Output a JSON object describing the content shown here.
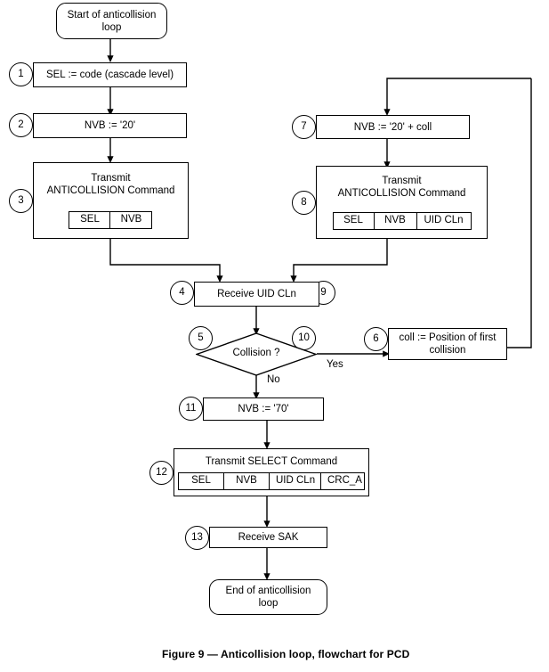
{
  "figure": {
    "caption": "Figure 9 — Anticollision loop, flowchart for PCD",
    "type": "flowchart",
    "line_color": "#000000",
    "background": "#ffffff"
  },
  "nodes": {
    "start": {
      "marker": "",
      "text": "Start of anticollision\nloop",
      "shape": "terminal"
    },
    "n1": {
      "marker": "1",
      "text": "SEL := code (cascade level)",
      "shape": "process"
    },
    "n2": {
      "marker": "2",
      "text": "NVB := '20'",
      "shape": "process"
    },
    "n3": {
      "marker": "3",
      "text": "Transmit\nANTICOLLISION Command",
      "shape": "process",
      "fields": [
        "SEL",
        "NVB"
      ]
    },
    "n7": {
      "marker": "7",
      "text": "NVB := '20' + coll",
      "shape": "process"
    },
    "n8": {
      "marker": "8",
      "text": "Transmit\nANTICOLLISION Command",
      "shape": "process",
      "fields": [
        "SEL",
        "NVB",
        "UID CLn"
      ]
    },
    "n4": {
      "marker": "4",
      "marker_right": "9",
      "text": "Receive UID CLn",
      "shape": "process"
    },
    "n5": {
      "marker": "5",
      "marker_right": "10",
      "text": "Collision ?",
      "shape": "decision"
    },
    "n6": {
      "marker": "6",
      "text": "coll := Position of first\ncollision",
      "shape": "process"
    },
    "n11": {
      "marker": "11",
      "text": "NVB := '70'",
      "shape": "process"
    },
    "n12": {
      "marker": "12",
      "text": "Transmit SELECT Command",
      "shape": "process",
      "fields": [
        "SEL",
        "NVB",
        "UID CLn",
        "CRC_A"
      ]
    },
    "n13": {
      "marker": "13",
      "text": "Receive SAK",
      "shape": "process"
    },
    "end": {
      "marker": "",
      "text": "End of anticollision\nloop",
      "shape": "terminal"
    }
  },
  "edge_labels": {
    "yes": "Yes",
    "no": "No"
  }
}
